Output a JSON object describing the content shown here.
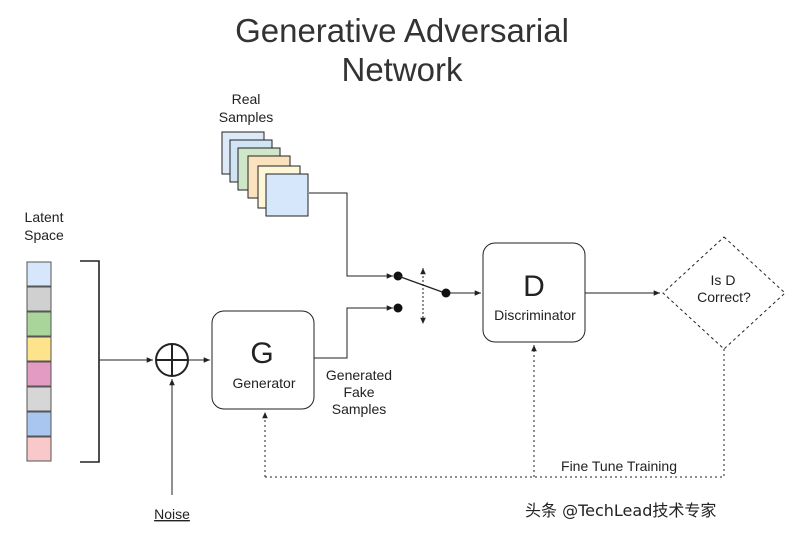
{
  "title": {
    "line1": "Generative Adversarial",
    "line2": "Network"
  },
  "real_samples": {
    "line1": "Real",
    "line2": "Samples",
    "colors": [
      "#dde9f7",
      "#d0e4f5",
      "#cfe6c9",
      "#fbe2be",
      "#fef6d8",
      "#d6e6fb"
    ]
  },
  "latent_space": {
    "line1": "Latent",
    "line2": "Space",
    "colors": [
      "#d6e6fb",
      "#d0d0d0",
      "#a9d59a",
      "#fde38b",
      "#e39bc4",
      "#d6d6d6",
      "#a9c6f0",
      "#f9c9c9"
    ]
  },
  "generator": {
    "letter": "G",
    "label": "Generator"
  },
  "discriminator": {
    "letter": "D",
    "label": "Discriminator"
  },
  "decision": {
    "line1": "Is D",
    "line2": "Correct?"
  },
  "generated_samples": {
    "line1": "Generated",
    "line2": "Fake",
    "line3": "Samples"
  },
  "noise": {
    "label": "Noise"
  },
  "feedback": {
    "label": "Fine Tune Training"
  },
  "watermark": {
    "text": "头条 @TechLead技术专家"
  }
}
